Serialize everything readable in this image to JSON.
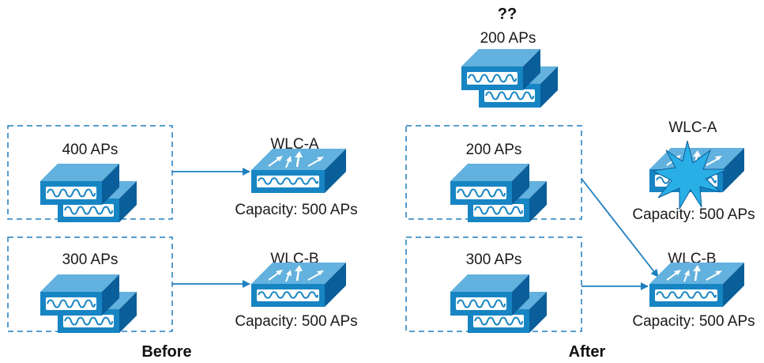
{
  "colors": {
    "device_top": "#63b1de",
    "device_front": "#1785c3",
    "device_side": "#0a5e99",
    "line": "#1e7fbf",
    "burst": "#2aaee6"
  },
  "before": {
    "caption": "Before",
    "groups": [
      {
        "label": "400 APs"
      },
      {
        "label": "300 APs"
      }
    ],
    "controllers": [
      {
        "name": "WLC-A",
        "capacity": "Capacity: 500 APs"
      },
      {
        "name": "WLC-B",
        "capacity": "Capacity: 500 APs"
      }
    ]
  },
  "after": {
    "caption": "After",
    "orphan": {
      "status": "??",
      "label": "200 APs"
    },
    "groups": [
      {
        "label": "200 APs"
      },
      {
        "label": "300 APs"
      }
    ],
    "controllers": [
      {
        "name": "WLC-A",
        "capacity": "Capacity: 500 APs",
        "state": "failed"
      },
      {
        "name": "WLC-B",
        "capacity": "Capacity: 500 APs"
      }
    ]
  }
}
